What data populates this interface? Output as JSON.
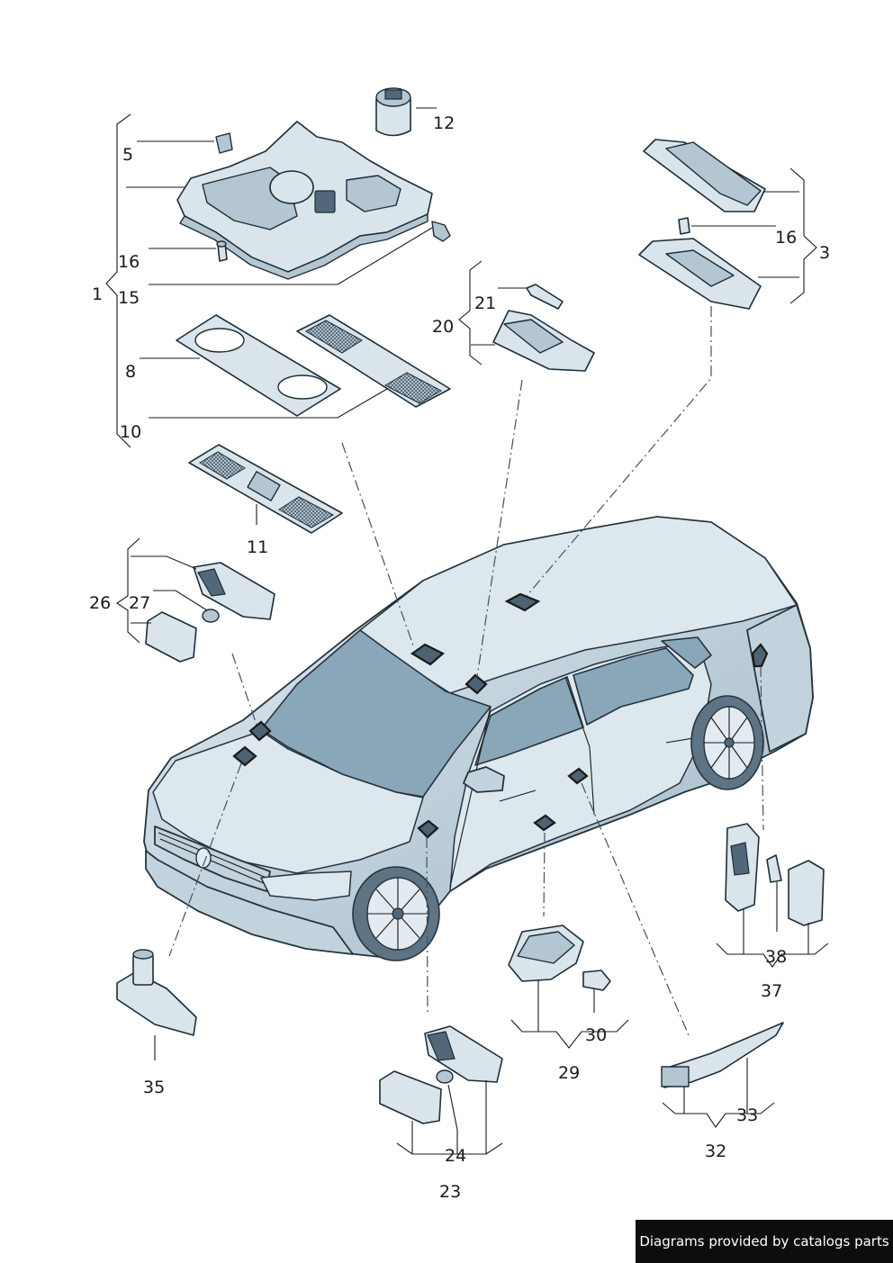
{
  "labels": {
    "l1": "1",
    "l3": "3",
    "l5": "5",
    "l8": "8",
    "l10": "10",
    "l11": "11",
    "l12": "12",
    "l15": "15",
    "l16a": "16",
    "l16b": "16",
    "l20": "20",
    "l21": "21",
    "l23": "23",
    "l24": "24",
    "l26": "26",
    "l27": "27",
    "l29": "29",
    "l30": "30",
    "l32": "32",
    "l33": "33",
    "l35": "35",
    "l37": "37",
    "l38": "38"
  },
  "footer": {
    "text": "Diagrams provided by catalogs parts"
  }
}
